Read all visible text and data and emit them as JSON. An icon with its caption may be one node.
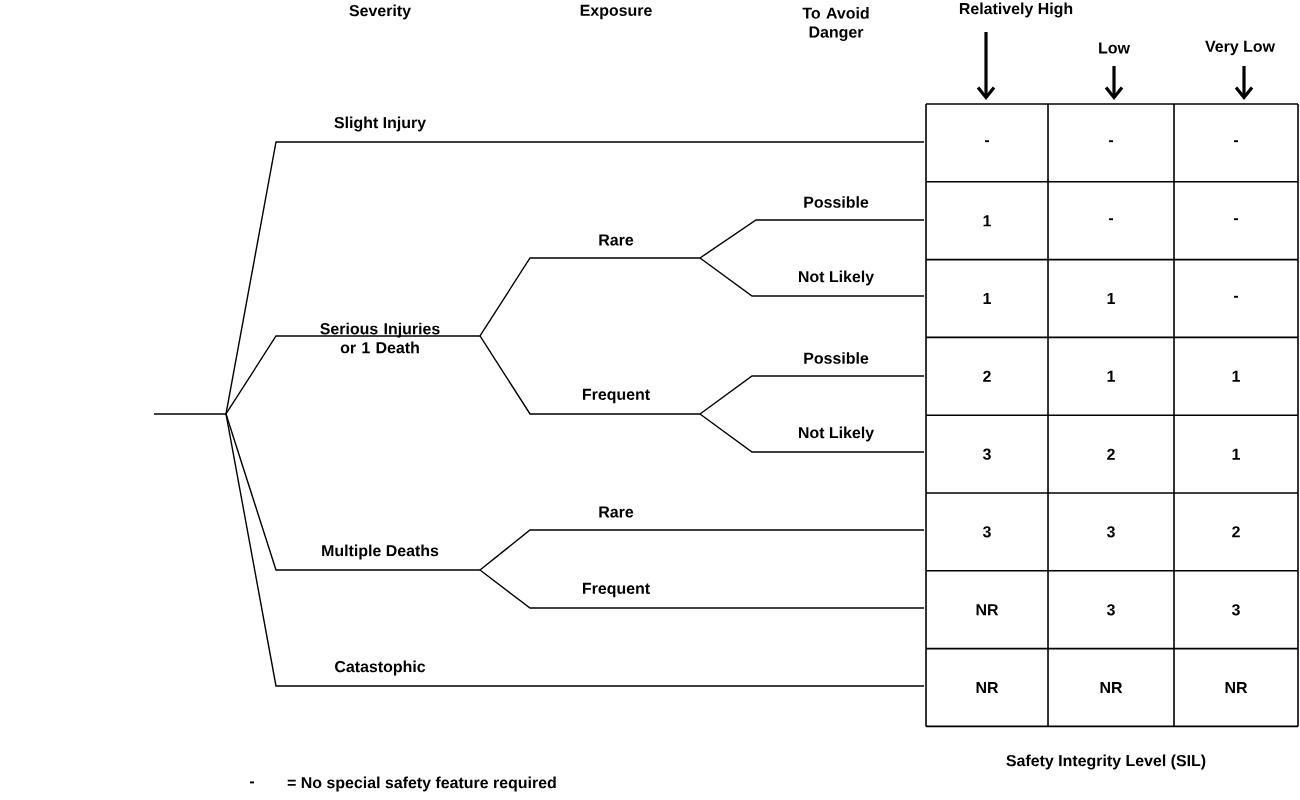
{
  "diagram": {
    "labels": [
      "Severity",
      "Exposure",
      "To Avoid Danger",
      "Relatively High",
      "Low",
      "Very Low",
      "Slight Injury",
      "Possible",
      "Rare",
      "Not Likely",
      "Serious Injuries or 1 Death",
      "Possible",
      "Frequent",
      "Not Likely",
      "Rare",
      "Multiple Deaths",
      "Frequent",
      "Catastophic",
      "-",
      "-",
      "-",
      "1",
      "-",
      "-",
      "1",
      "1",
      "-",
      "2",
      "1",
      "1",
      "3",
      "2",
      "1",
      "3",
      "3",
      "2",
      "NR",
      "3",
      "3",
      "NR",
      "NR",
      "NR",
      "Safety Integrity Level (SIL)",
      "-",
      "= No special safety feature required"
    ]
  }
}
